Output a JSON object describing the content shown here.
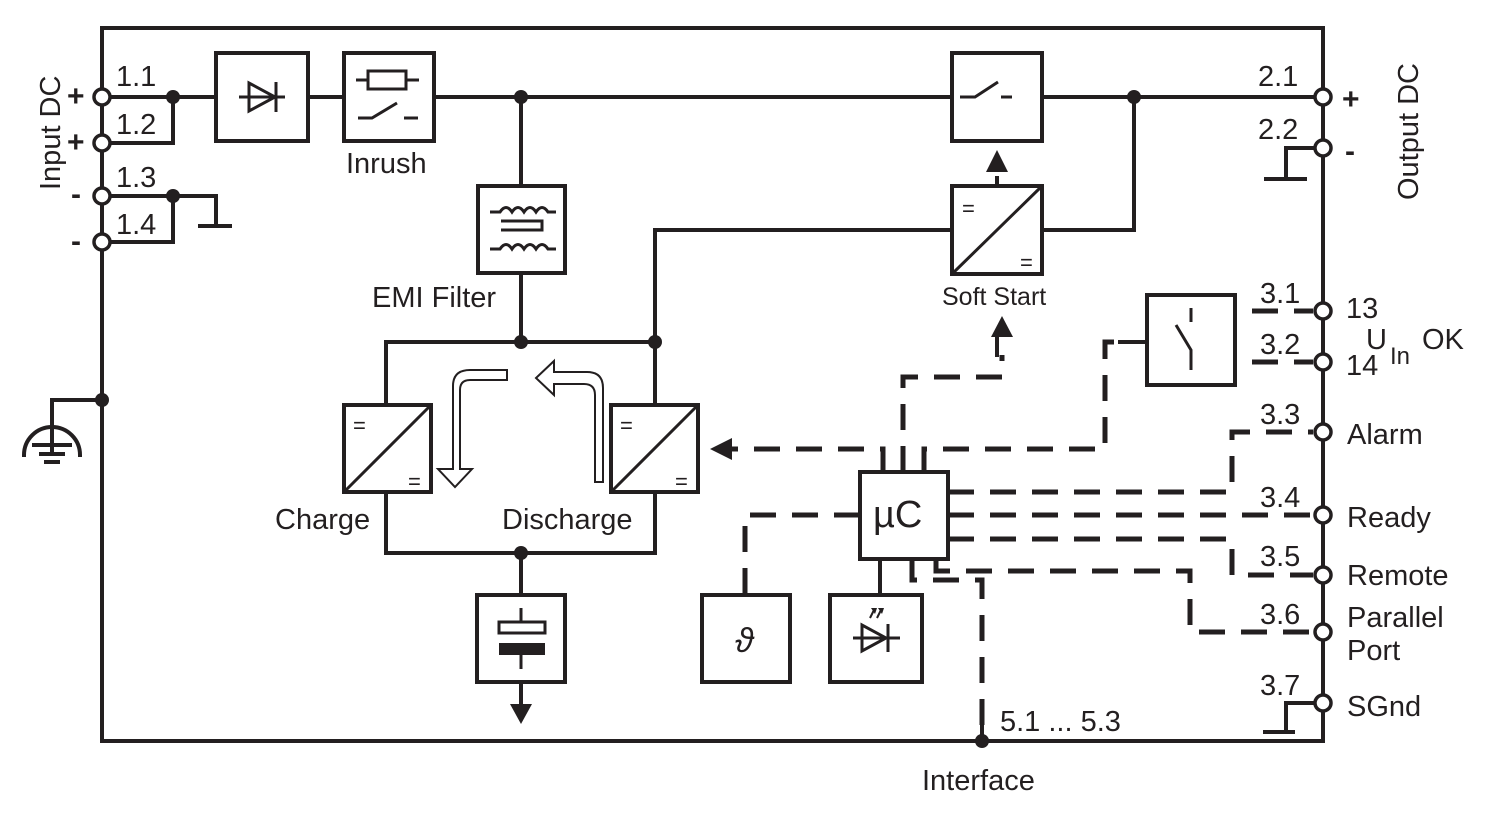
{
  "diagram": {
    "colors": {
      "ink": "#231f20",
      "background": "#ffffff"
    },
    "input": {
      "title": "Input DC",
      "terminals": [
        {
          "id": "1.1",
          "sign": "+"
        },
        {
          "id": "1.2",
          "sign": "+"
        },
        {
          "id": "1.3",
          "sign": "-"
        },
        {
          "id": "1.4",
          "sign": "-"
        }
      ]
    },
    "output": {
      "title": "Output DC",
      "terminals": [
        {
          "id": "2.1",
          "sign": "+"
        },
        {
          "id": "2.2",
          "sign": "-"
        }
      ]
    },
    "signals": {
      "terminals": [
        {
          "id": "3.1",
          "label": "13"
        },
        {
          "id": "3.2",
          "label": "14"
        },
        {
          "id": "3.3",
          "label": "Alarm"
        },
        {
          "id": "3.4",
          "label": "Ready"
        },
        {
          "id": "3.5",
          "label": "Remote"
        },
        {
          "id": "3.6",
          "label": "Parallel",
          "label2": "Port"
        },
        {
          "id": "3.7",
          "label": "SGnd"
        }
      ],
      "relay_label_main": "U",
      "relay_label_sub": "In",
      "relay_label_suffix": "OK"
    },
    "blocks": {
      "diode": "diode-icon",
      "inrush": {
        "label": "Inrush",
        "icon": "resistor-switch-icon"
      },
      "emi_filter": {
        "label": "EMI Filter",
        "icon": "transformer-icon"
      },
      "soft_start_switch": {
        "icon": "switch-icon"
      },
      "soft_start": {
        "label": "Soft Start",
        "icon": "dc-dc-converter-icon"
      },
      "charge": {
        "label": "Charge",
        "icon": "dc-dc-converter-icon"
      },
      "discharge": {
        "label": "Discharge",
        "icon": "dc-dc-converter-icon"
      },
      "capacitor": {
        "icon": "capacitor-icon"
      },
      "microcontroller": {
        "label": "µC"
      },
      "temperature": {
        "label": "ϑ"
      },
      "led": {
        "icon": "led-icon"
      },
      "relay": {
        "icon": "relay-contact-icon"
      },
      "dc_symbol": "="
    },
    "interface": {
      "label": "Interface",
      "pins": "5.1 ... 5.3"
    }
  }
}
